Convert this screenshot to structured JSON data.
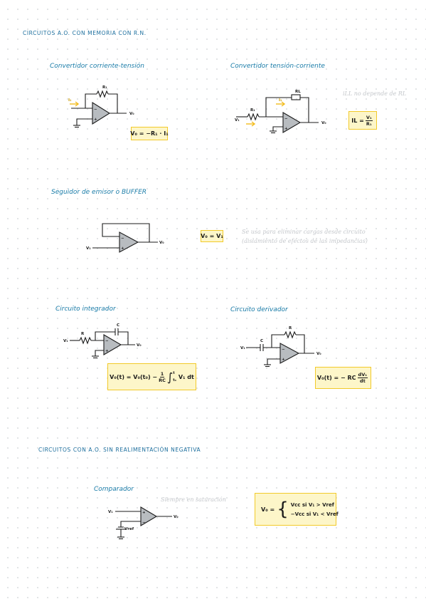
{
  "title": "circuitos A.O. con memoria con R.N.",
  "sections": {
    "i_to_v": {
      "heading": "Convertidor corriente-tensión",
      "labels": {
        "r": "R₁",
        "i": "I₁",
        "vo": "V₀"
      },
      "formula": "V₀ = −R₁ · I₁"
    },
    "v_to_i": {
      "heading": "Convertidor tensión-corriente",
      "labels": {
        "rl": "RL",
        "r": "R₁",
        "i": "I₁",
        "vi": "V₁",
        "vo": "V₀"
      },
      "note": "iLL no depende de RL",
      "formula_lhs": "IL =",
      "formula_num": "V₁",
      "formula_den": "R₁"
    },
    "buffer": {
      "heading": "Seguidor de emisor o BUFFER",
      "labels": {
        "vi": "V₁",
        "vo": "V₀"
      },
      "formula": "V₀ = V₁",
      "note_line1": "Se usa para eliminar cargas desde circuito",
      "note_line2": "(aislamiento de efectos de las impedancias)"
    },
    "integrator": {
      "heading": "Circuito integrador",
      "labels": {
        "r": "R",
        "c": "C",
        "vi": "V₁",
        "vo": "V₀"
      },
      "formula_lhs": "V₀(t) = V₀(t₀) −",
      "formula_num": "1",
      "formula_den": "RC",
      "formula_int": "∫",
      "formula_upper": "t",
      "formula_lower": "t₀",
      "formula_rhs": "V₁ dt"
    },
    "differentiator": {
      "heading": "Circuito derivador",
      "labels": {
        "r": "R",
        "c": "C",
        "vi": "V₁",
        "vo": "V₀"
      },
      "formula_lhs": "V₀(t) = − RC",
      "formula_num": "dV₁",
      "formula_den": "dt"
    }
  },
  "subtitle": "circuitos con A.O. sin realimentación negativa",
  "comparator": {
    "heading": "Comparador",
    "labels": {
      "vi": "V₁",
      "vref": "Vref",
      "vo": "V₀"
    },
    "note": "Siempre en saturación",
    "formula_lhs": "V₀ =",
    "case1": "Vcc  si  V₁ > Vref",
    "case2": "−Vcc  si  V₁ < Vref"
  },
  "colors": {
    "heading": "#1a7ca8",
    "highlight": "#fdf6c9",
    "highlight_border": "#f2ca2a",
    "arrow": "#f2bb1d"
  }
}
